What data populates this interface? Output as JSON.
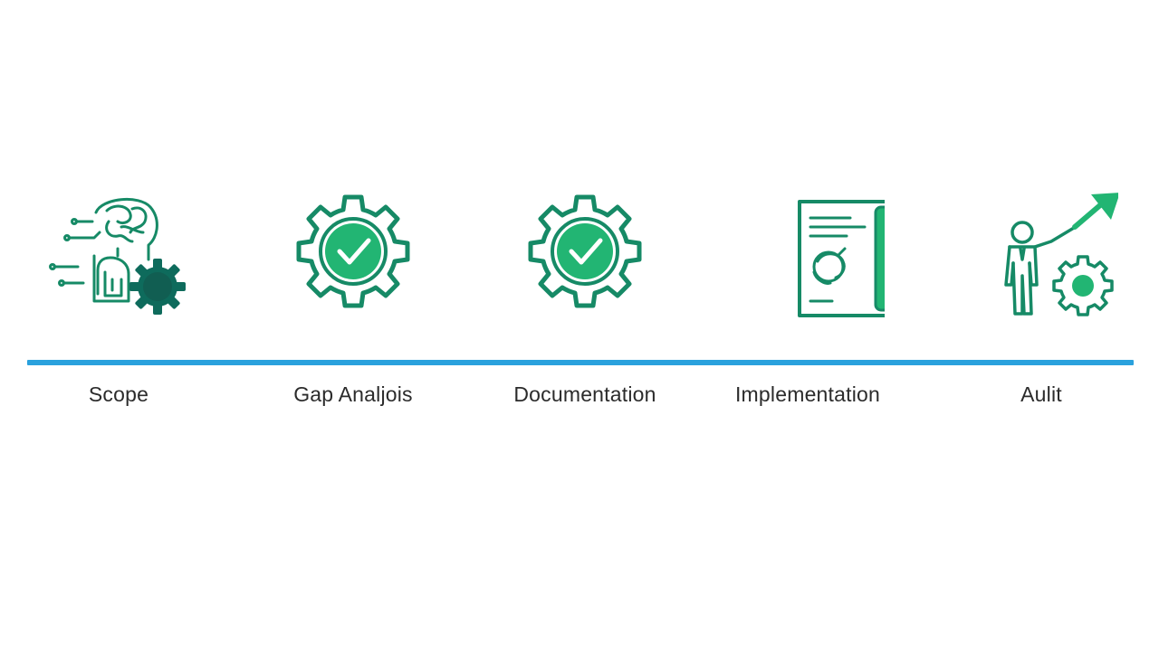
{
  "steps": [
    {
      "label": "Scope",
      "icon": "brain-gear-icon"
    },
    {
      "label": "Gap Analjois",
      "icon": "gear-check-icon"
    },
    {
      "label": "Documentation",
      "icon": "gear-check-icon"
    },
    {
      "label": "Implementation",
      "icon": "document-binder-icon"
    },
    {
      "label": "Aulit",
      "icon": "person-growth-gear-icon"
    }
  ],
  "colors": {
    "line": "#2aa1dd",
    "icon_stroke": "#168a66",
    "icon_fill": "#22b573",
    "icon_dark": "#0e6b5c",
    "label": "#2b2b2b"
  }
}
